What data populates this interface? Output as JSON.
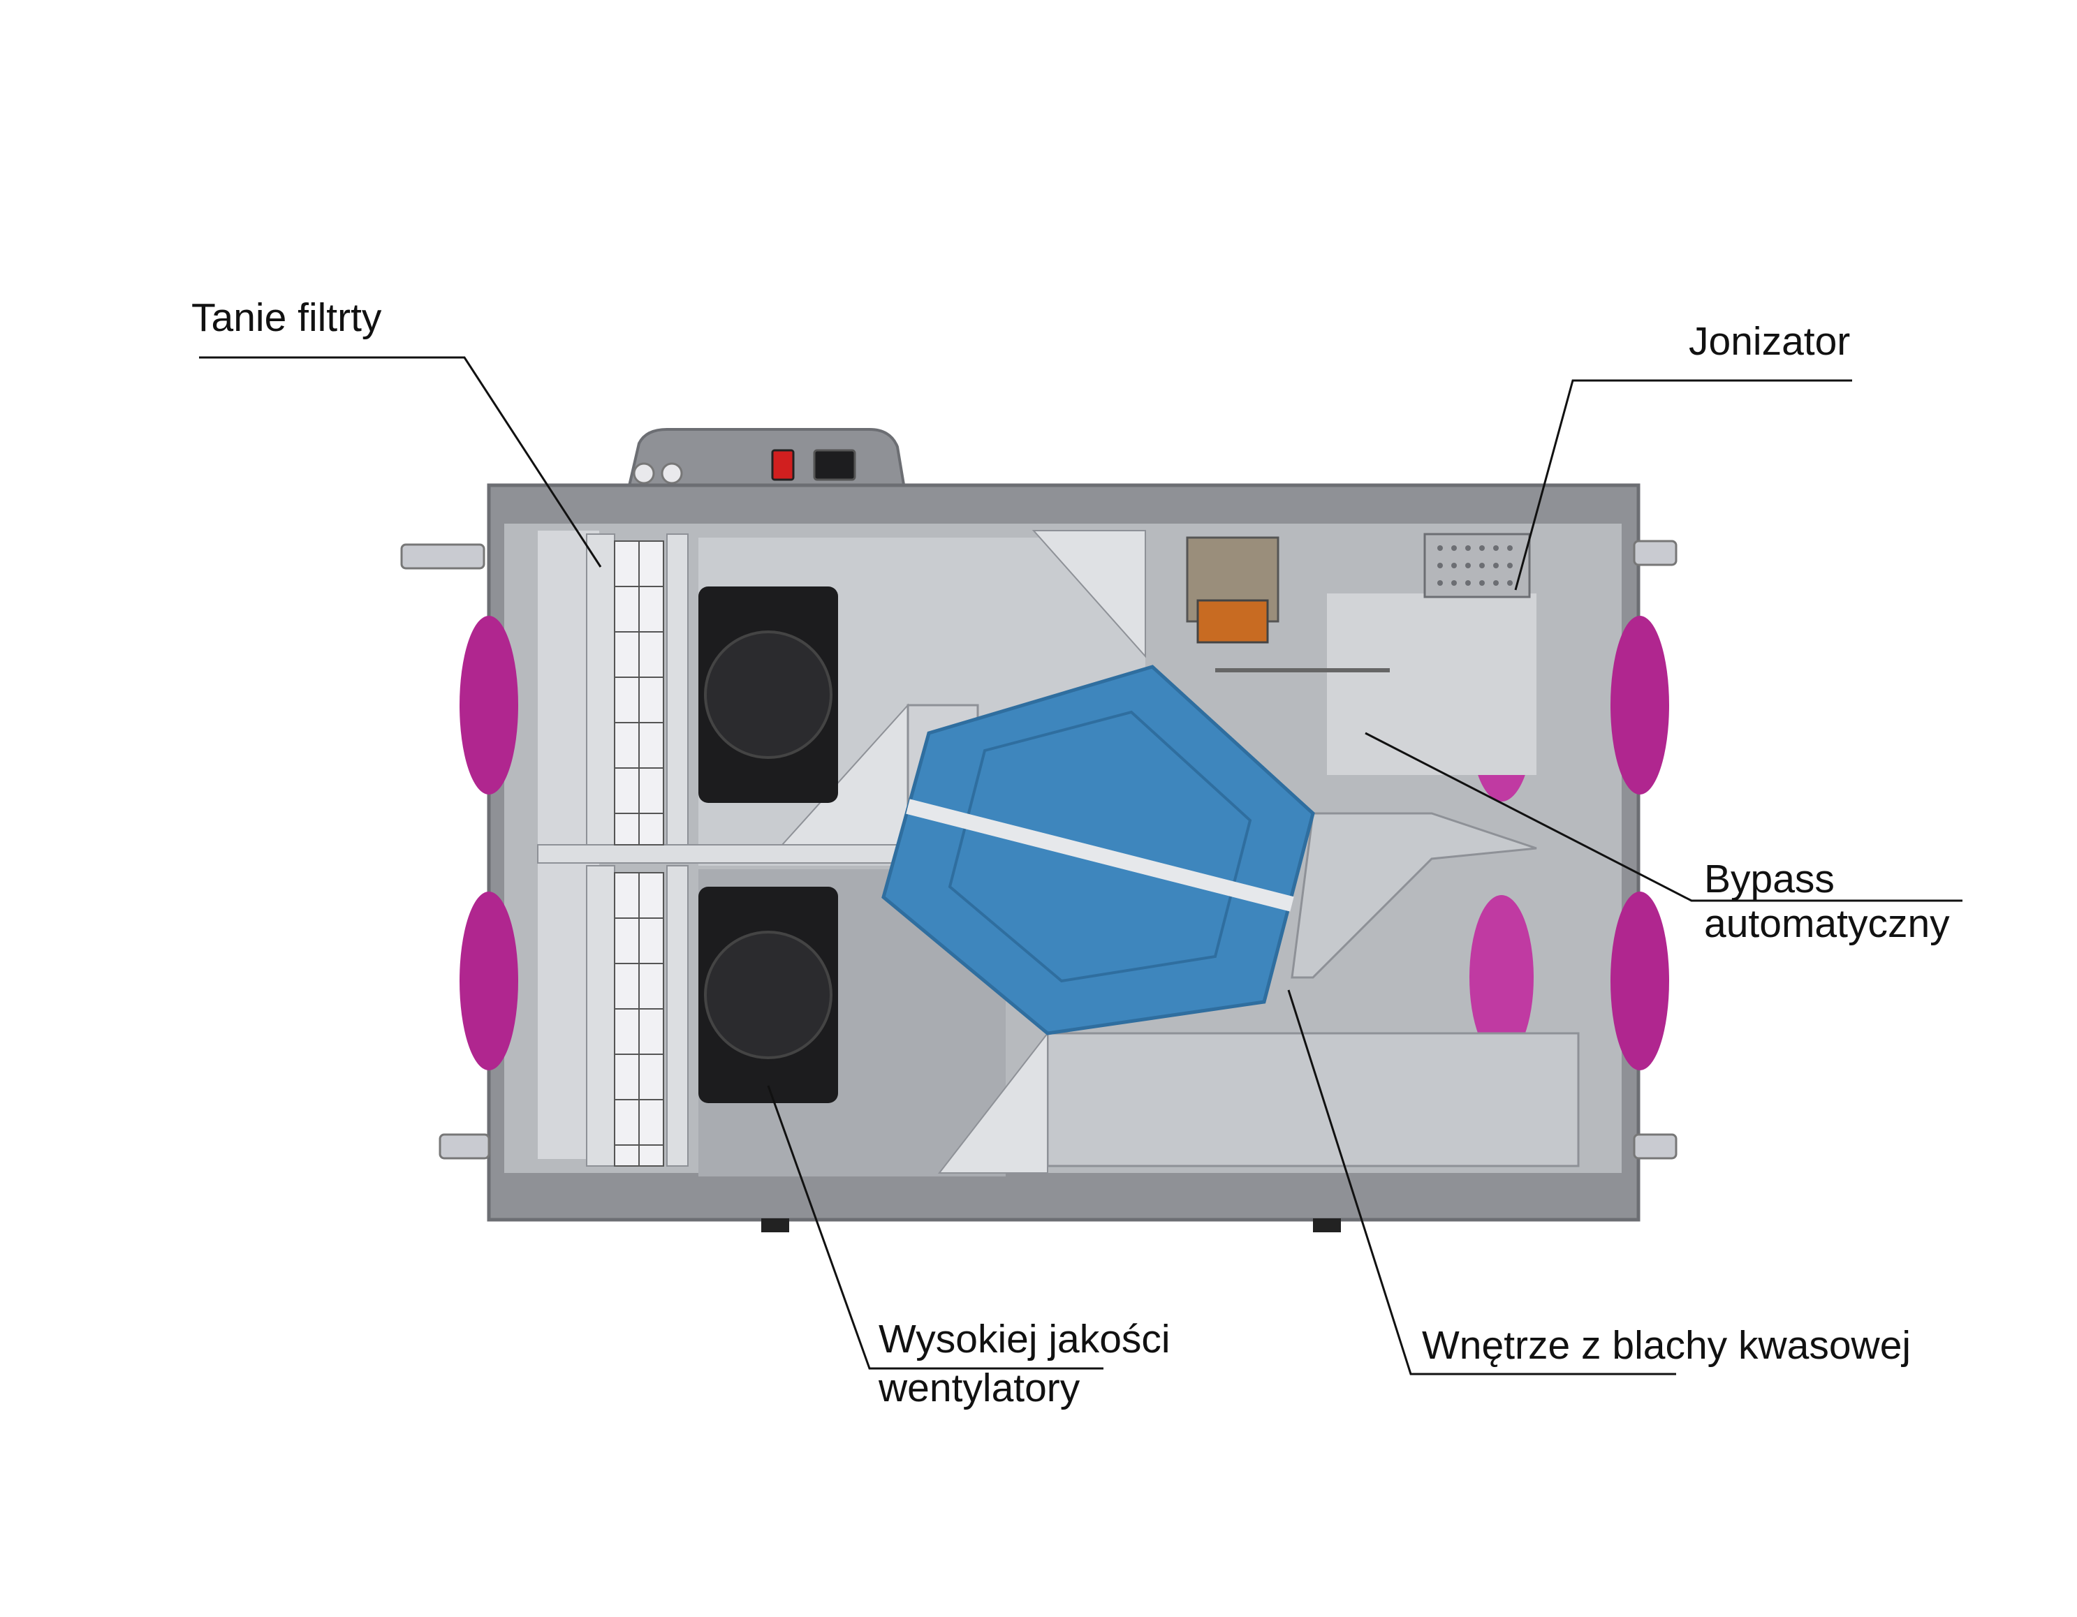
{
  "callouts": {
    "filters": {
      "text": "Tanie filtrty"
    },
    "ionizer": {
      "text": "Jonizator"
    },
    "bypass": {
      "line1": "Bypass",
      "line2": "automatyczny"
    },
    "fans": {
      "line1": "Wysokiej jakości",
      "line2": "wentylatory"
    },
    "interior": {
      "text": "Wnętrze z blachy kwasowej"
    }
  },
  "colors": {
    "casing": "#8f9196",
    "casing_dark": "#6c6e73",
    "interior": "#c9ccd0",
    "interior_shadow": "#a6a9ae",
    "heat_exchanger": "#3e86bd",
    "heat_exchanger_dark": "#2f6e9f",
    "duct_spigot": "#b0268f",
    "duct_spigot_light": "#d24bb2",
    "fan": "#1c1c1e",
    "filter_mesh": "#f1f1f4",
    "switch_red": "#d11f1f"
  }
}
